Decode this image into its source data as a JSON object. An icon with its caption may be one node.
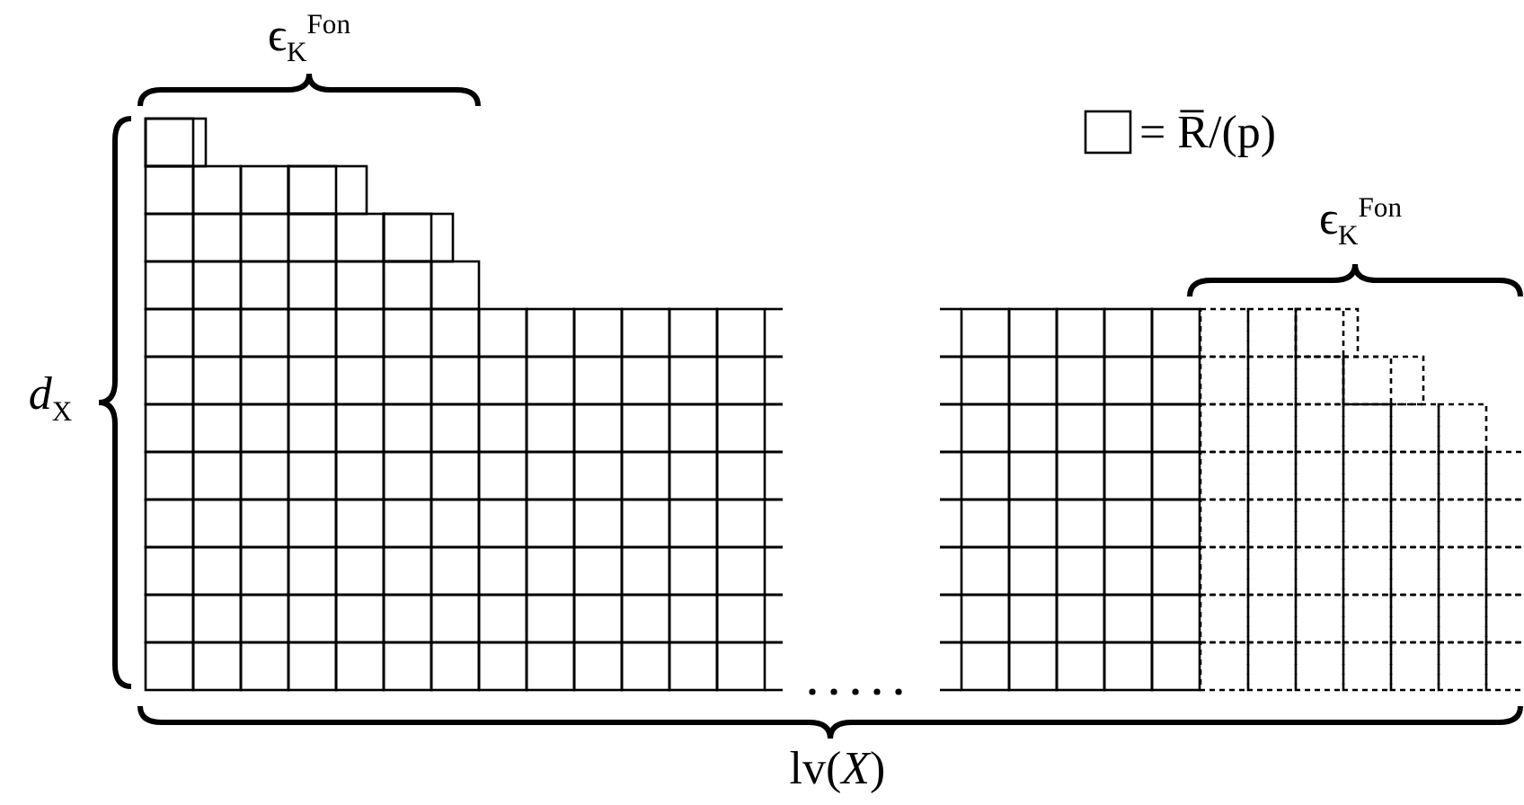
{
  "diagram": {
    "labels": [
      "ϵ$_{K}$$^{Fon}$",
      "ϵ$_{K}$$^{Fon}$",
      "*d*$_{X}$",
      "lv(*X*)"
    ],
    "legend": [
      {
        "text": "= R̅/(p)"
      }
    ]
  }
}
